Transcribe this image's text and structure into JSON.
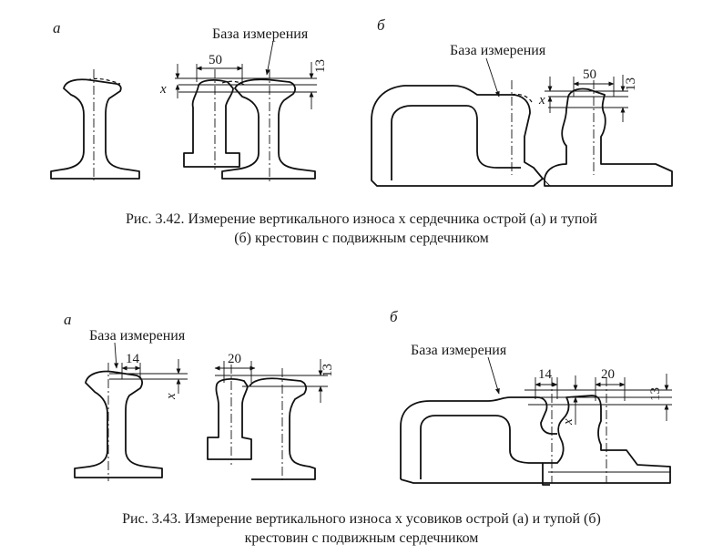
{
  "fig42": {
    "part_a": "а",
    "part_b": "б",
    "base_a": "База измерения",
    "base_b": "База измерения",
    "dim50_a": "50",
    "dim13_a": "13",
    "dimx_a": "x",
    "dim50_b": "50",
    "dim13_b": "13",
    "dimx_b": "x",
    "caption_line1": "Рис. 3.42. Измерение вертикального износа x сердечника острой (а) и тупой",
    "caption_line2": "(б) крестовин с подвижным сердечником"
  },
  "fig43": {
    "part_a": "а",
    "part_b": "б",
    "base_a": "База измерения",
    "base_b": "База измерения",
    "dim14_a": "14",
    "dimx_a": "x",
    "dim20_a": "20",
    "dim13_a": "13",
    "dim14_b": "14",
    "dim20_b": "20",
    "dim13_b": "13",
    "dimx_b": "x",
    "caption_line1": "Рис. 3.43. Измерение вертикального износа x усовиков острой (а) и тупой (б)",
    "caption_line2": "крестовин с подвижным сердечником"
  }
}
